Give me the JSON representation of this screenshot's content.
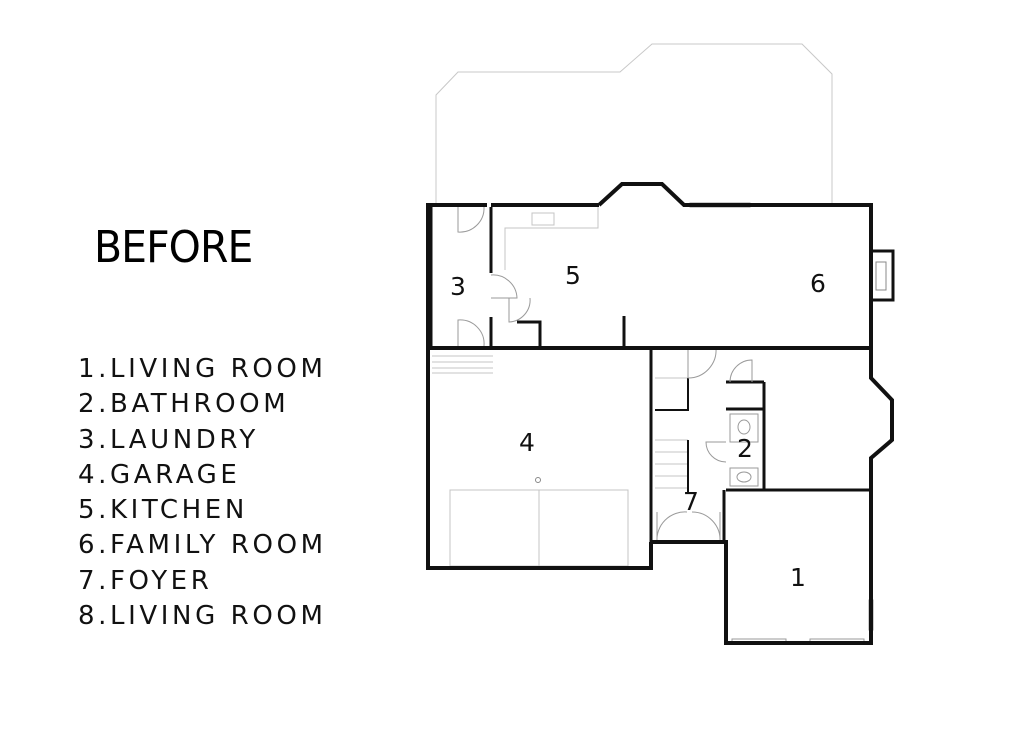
{
  "title": "BEFORE",
  "legend": [
    "1.LIVING ROOM",
    "2.BATHROOM",
    "3.LAUNDRY",
    "4.GARAGE",
    "5.KITCHEN",
    "6.FAMILY ROOM",
    "7.FOYER",
    "8.LIVING ROOM"
  ],
  "rooms": {
    "living_room": "1",
    "bathroom": "2",
    "laundry": "3",
    "garage": "4",
    "kitchen": "5",
    "family_room": "6",
    "foyer": "7"
  }
}
